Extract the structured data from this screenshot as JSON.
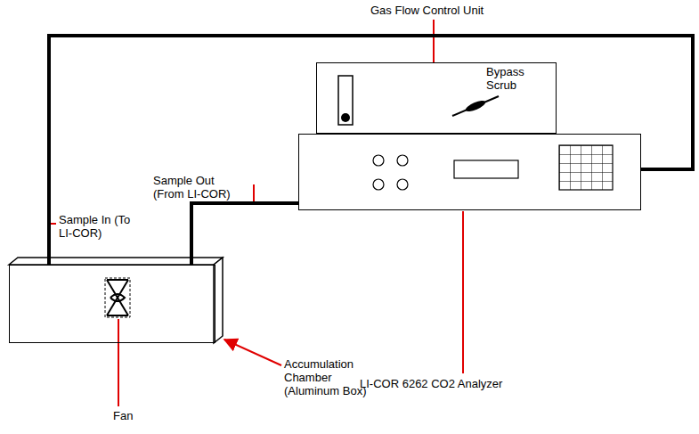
{
  "diagram": {
    "nodes": [
      {
        "text": [
          "Gas Flow Control Unit",
          "Bypass Scrub"
        ]
      },
      {
        "text": [
          "LI-COR 6262 CO2 Analyzer"
        ]
      },
      {
        "text": [
          "Accumulation Chamber (Aluminum Box)",
          "Fan"
        ]
      }
    ],
    "edges": [
      {
        "from": 2,
        "to": 1,
        "arrow": "none",
        "label": "Sample In (To LI-COR)"
      },
      {
        "from": 1,
        "to": 2,
        "arrow": "none",
        "label": "Sample Out (From LI-COR)"
      }
    ]
  }
}
